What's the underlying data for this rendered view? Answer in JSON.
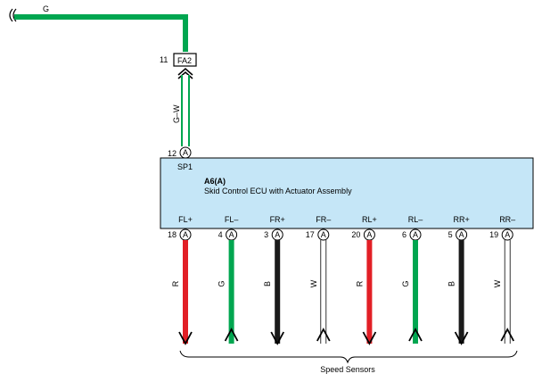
{
  "colors": {
    "green": "#00a650",
    "red": "#e21f26",
    "black": "#1a1a1a",
    "white_wire": "#ffffff",
    "ecu_fill": "#c5e6f7",
    "outline": "#000000"
  },
  "top_wire": {
    "color_code": "G"
  },
  "connector_fa2": {
    "label": "FA2",
    "pin": "11"
  },
  "wire_fa2_ecu": {
    "color_code": "G–W"
  },
  "ecu": {
    "input_pin": "12",
    "input_connector": "A",
    "input_terminal": "SP1",
    "title": "A6(A)",
    "subtitle": "Skid Control ECU with Actuator Assembly",
    "terminals": [
      {
        "label": "FL+",
        "pin": "18",
        "connector": "A",
        "wire_code": "R",
        "wire_color": "red",
        "arrow": "down"
      },
      {
        "label": "FL–",
        "pin": "4",
        "connector": "A",
        "wire_code": "G",
        "wire_color": "green",
        "arrow": "up"
      },
      {
        "label": "FR+",
        "pin": "3",
        "connector": "A",
        "wire_code": "B",
        "wire_color": "black",
        "arrow": "down"
      },
      {
        "label": "FR–",
        "pin": "17",
        "connector": "A",
        "wire_code": "W",
        "wire_color": "white",
        "arrow": "up"
      },
      {
        "label": "RL+",
        "pin": "20",
        "connector": "A",
        "wire_code": "R",
        "wire_color": "red",
        "arrow": "down"
      },
      {
        "label": "RL–",
        "pin": "6",
        "connector": "A",
        "wire_code": "G",
        "wire_color": "green",
        "arrow": "up"
      },
      {
        "label": "RR+",
        "pin": "5",
        "connector": "A",
        "wire_code": "B",
        "wire_color": "black",
        "arrow": "down"
      },
      {
        "label": "RR–",
        "pin": "19",
        "connector": "A",
        "wire_code": "W",
        "wire_color": "white",
        "arrow": "up"
      }
    ]
  },
  "speed_sensors_label": "Speed Sensors"
}
